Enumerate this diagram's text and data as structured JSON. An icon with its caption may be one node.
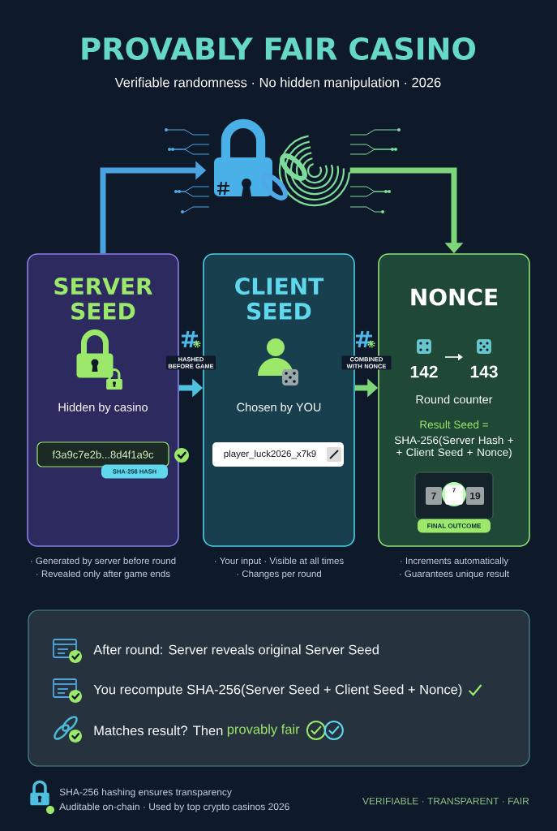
{
  "diagram": {
    "title": "PROVABLY FAIR CASINO",
    "nodes": [
      {
        "text": [
          "SERVER SEED",
          "Hidden by casino"
        ],
        "beside": [
          "· Generated by server before round",
          "· Revealed only after game ends"
        ]
      },
      {
        "text": [
          "f3a9c7e2b...8d4f1a9c"
        ],
        "in": 0
      },
      {
        "text": [
          "SHA-256 HASH"
        ],
        "in": 0
      },
      {
        "text": [
          "CLIENT SEED",
          "Chosen by YOU"
        ],
        "beside": [
          "· Your input · Visible at all times",
          "· Changes per round"
        ]
      },
      {
        "text": [
          "player_luck2026_x7k9"
        ],
        "in": 3
      },
      {
        "text": [
          "NONCE",
          "142",
          "143",
          "Round counter",
          "Result Seed =",
          "SHA-256(Server Hash + + Client Seed + Nonce)"
        ],
        "beside": [
          "· Increments automatically",
          "· Guarantees unique result"
        ]
      },
      {
        "text": [
          "7",
          "7",
          "19"
        ],
        "in": 5
      },
      {
        "text": [
          "FINAL OUTCOME"
        ],
        "in": 5
      },
      {
        "text": [],
        "shape": "picture"
      },
      {
        "text": [
          "After round: Server reveals original Server Seed",
          "You recompute SHA-256(Server Seed + Client Seed + Nonce)",
          "Matches result? Then",
          "provably fair"
        ]
      }
    ],
    "edges": [
      {
        "from": 0,
        "to": 3,
        "arrow": "to",
        "label": "HASHED BEFORE GAME",
        "color": "#4fc3e0"
      },
      {
        "from": 3,
        "to": 5,
        "arrow": "to",
        "label": "COMBINED WITH NONCE",
        "color": "#7ed67a"
      },
      {
        "from": 0,
        "to": 8,
        "arrow": "to",
        "color": "#4aa3e0"
      },
      {
        "from": 8,
        "to": 5,
        "arrow": "to",
        "color": "#7ed67a"
      }
    ],
    "labels": [
      "Verifiable randomness · No hidden manipulation · 2026",
      "SHA-256 hashing ensures transparency",
      "Auditable on-chain · Used by top crypto casinos 2026",
      "VERIFIABLE · TRANSPARENT · FAIR"
    ]
  }
}
